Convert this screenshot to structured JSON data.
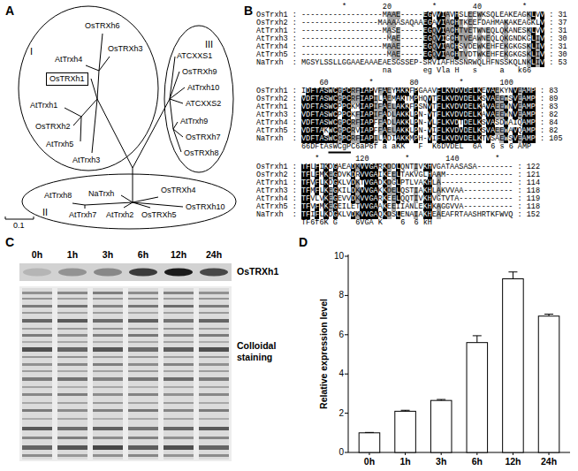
{
  "diagram": {
    "nodes": [
      {
        "text": [
          "I",
          "OsTRXh6",
          "OsTRXh3",
          "AtTrxh4",
          "AtTrxh1",
          "OsTRXh2",
          "AtTrxh5",
          "AtTrxh3"
        ]
      },
      {
        "text": [
          "OsTRXh1"
        ],
        "in": 0
      },
      {
        "text": [
          "III",
          "ATCXXS1",
          "OsTRXh9",
          "AtTrxh10",
          "ATCXXS2",
          "AtTrxh9",
          "OsTRXh7",
          "OsTRXh8"
        ]
      },
      {
        "text": [
          "II",
          "AtTrxh8",
          "AtTrxh7",
          "NaTrxh",
          "AtTrxh2",
          "OsTRXh5",
          "OsTRXh4",
          "OsTRXh10"
        ]
      }
    ],
    "labels": [
      "A",
      "B",
      "C",
      "D",
      "0.1",
      "*",
      "20",
      "*",
      "40",
      "*",
      "OsTrxh1 : ------------------MAAE-----EGVVIAVHSLEEWKSQLEAKEAGKLVV : 31",
      "OsTrxh2 : -----------------MAAAASAQAAEGAVIACHTKEEFDAHMAKAKEAGKLV : 37",
      "AtTrxh1 : ------------------MASE-----EGQVIACHTVETWNEQLQKANESKLVV : 31",
      "AtTrxh3 : -------------------MAE-----EGQVIGCHTVEAWNEQLQKGNDKGLIV : 30",
      "AtTrxh4 : ------------------MAAE-----EGQVIACHSVDEWKEHFEKGKGSKLIV : 31",
      "AtTrxh5 : -------------------MAE-----EGQVIACHTVDTWKEHFEKGKGSKLIV : 30",
      "NaTrxh : MGSYLSSLLGGAAEAAAEAESGSSEP-SRVIAFHSSNRWQLHFNSSKQLNKLIV : 53",
      "na       eg Vla H   s     a   k66",
      "60",
      "*",
      "80",
      "*",
      "100",
      "OsTrxh1 : IDFTASWCGPCRFIAPVFAEYAKKFPGAAVFLKVDVDELKEVAEKYNVEAMP : 83",
      "OsTrxh2 : VDFTASWCGPCRFIAPILAEMAKTMPHQVTFLKVDVDELKSVAEEWSVEAMP : 89",
      "AtTrxh1 : VDFTASWCPPCKMIAPIFAELAKKFPSNVTFLKVDVDELKAVAEEWNVEAMP : 83",
      "AtTrxh3 : VDFTASWCPPCKFIAPIFADLAKKLPN-VTFLKVDVDELKAVAEEWNVEAMP : 82",
      "AtTrxh4 : VDFTASWCGPCRFIAPFFADLAKKLPN-VLFLKVDTDELKSVASDWAIQAMP : 84",
      "AtTrxh5 : VDFTAKWCGPCRVIAPFFAELAKKLPN-VIFLKVDVDELKSVAEEWAVQAMP : 82",
      "NaTrxh : VDFTASWCGPCRFIAPILADIAKKMPH-VIFLKVDVDELKTVSAEWSVEAMP : 105",
      "66DFtAsWCgPC6aP6f a aKK   F  K6DVDEL  6A  6 s 6 AMP",
      "*",
      "120",
      "*",
      "140",
      "*",
      "OsTrxh1 : TFLFIKDGAEADKVVGARKDDLQNTIVKHVGATAASASA-------- : 122",
      "OsTrxh2 : TFLFMKEGDVKDRVVGAIKEELTAKVGLHAAM--------------- : 121",
      "AtTrxh1 : TFVFLKDGKLVDKTVGADKDGLPTLVAKHLA---------------- : 114",
      "AtTrxh3 : TFMFLKEGKILDKVVGAKKDELQSTIAKHLAKVVAA----------- : 118",
      "AtTrxh4 : TFVLVKEGEVVDKVVGARKEELQQTIVKHVGTVTA------------ : 119",
      "AtTrxh5 : TFVFMKEGEILETVVGAAKEEIIANLEKHKAGGVVA----------- : 118",
      "NaTrxh : TFIFLKDGKLVDKVVGAQKDSLENAIAKHEAEAFRTAASHRTKFWVQ : 152",
      "TF6f6K G    6VGA K    6  6 kH",
      "0h",
      "1h",
      "3h",
      "6h",
      "12h",
      "24h",
      "OsTRXh1",
      "Colloidal staining",
      "0",
      "2",
      "4",
      "6",
      "8",
      "10",
      "0h",
      "1h",
      "3h",
      "6h",
      "12h",
      "24h",
      "Relative expression level"
    ]
  }
}
